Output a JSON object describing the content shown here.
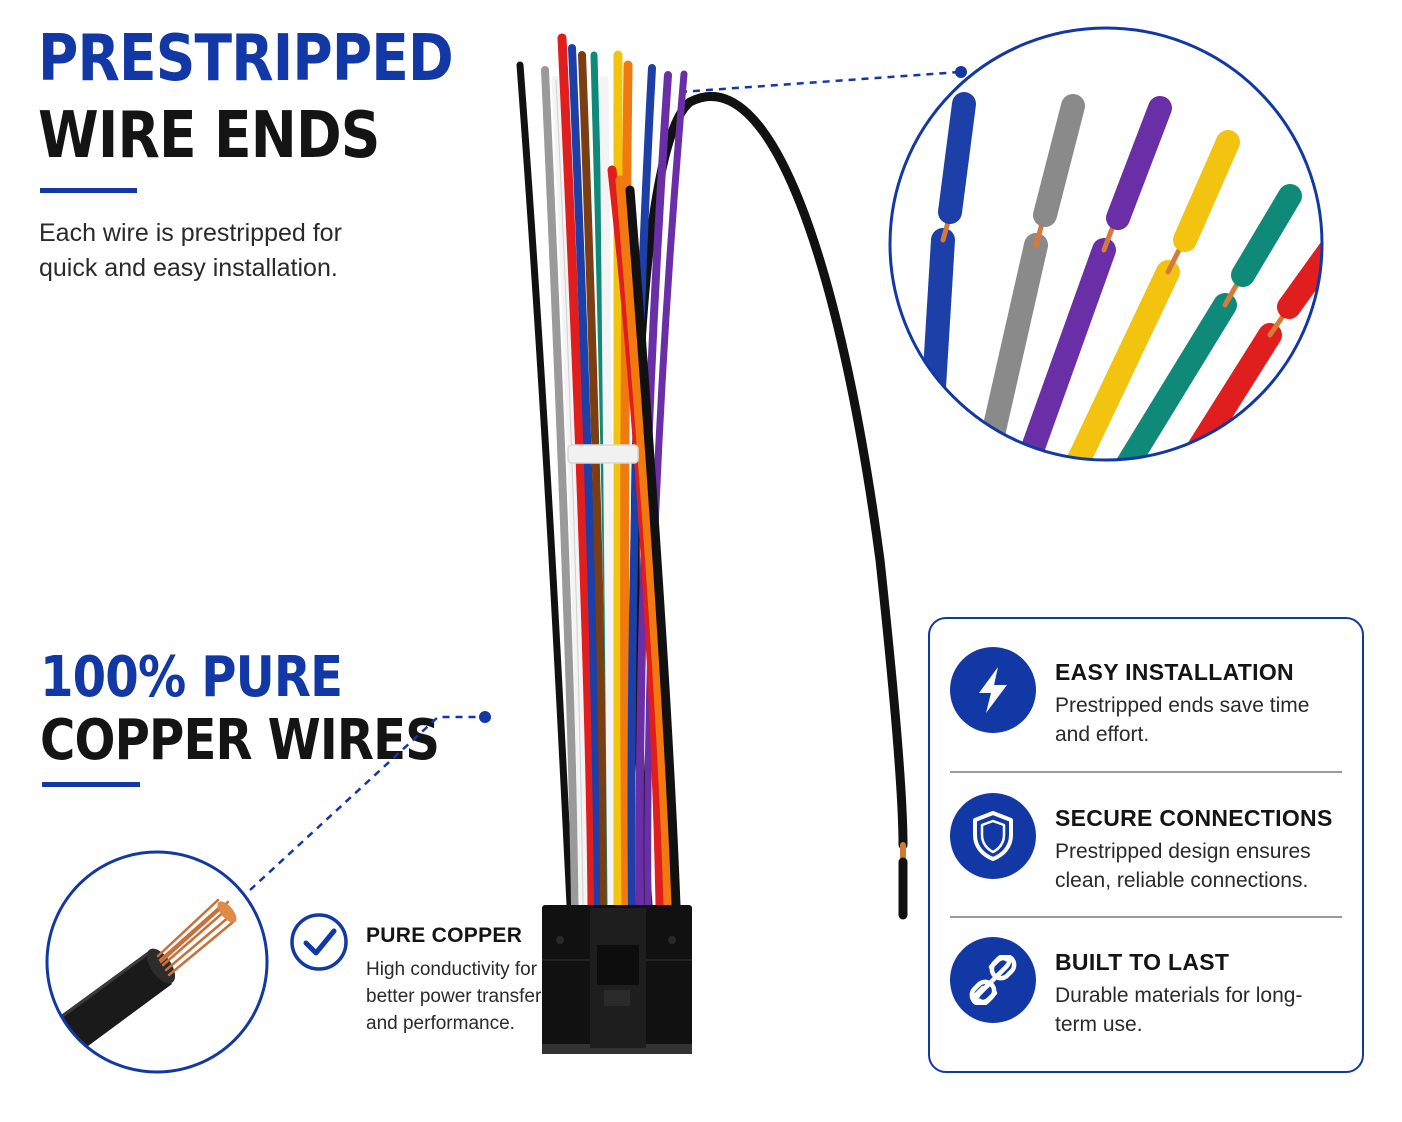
{
  "section_prestripped": {
    "title_line1": "PRESTRIPPED",
    "title_line2": "WIRE ENDS",
    "description": "Each wire is prestripped for quick and easy installation."
  },
  "section_copper": {
    "title_line1": "100% PURE",
    "title_line2": "COPPER WIRES"
  },
  "pure_copper": {
    "title": "PURE COPPER",
    "description": "High conductivity for better power transfer and performance.",
    "icon": "checkmark-icon"
  },
  "features": [
    {
      "title": "EASY INSTALLATION",
      "description": "Prestripped ends save time and effort.",
      "icon": "lightning-bolt-icon"
    },
    {
      "title": "SECURE CONNECTIONS",
      "description": "Prestripped design ensures clean, reliable connections.",
      "icon": "shield-icon"
    },
    {
      "title": "BUILT TO LAST",
      "description": "Durable materials for long-term use.",
      "icon": "chain-link-icon"
    }
  ],
  "colors": {
    "accent_blue": "#1238a6",
    "text_dark": "#141414",
    "wire_colors": [
      "#1d3fa8",
      "#8a8a8a",
      "#6a2ea6",
      "#f2c40f",
      "#0f8a78",
      "#e01e1e",
      "#f07a10",
      "#111111",
      "#f4f4f4",
      "#7a3e12"
    ]
  }
}
